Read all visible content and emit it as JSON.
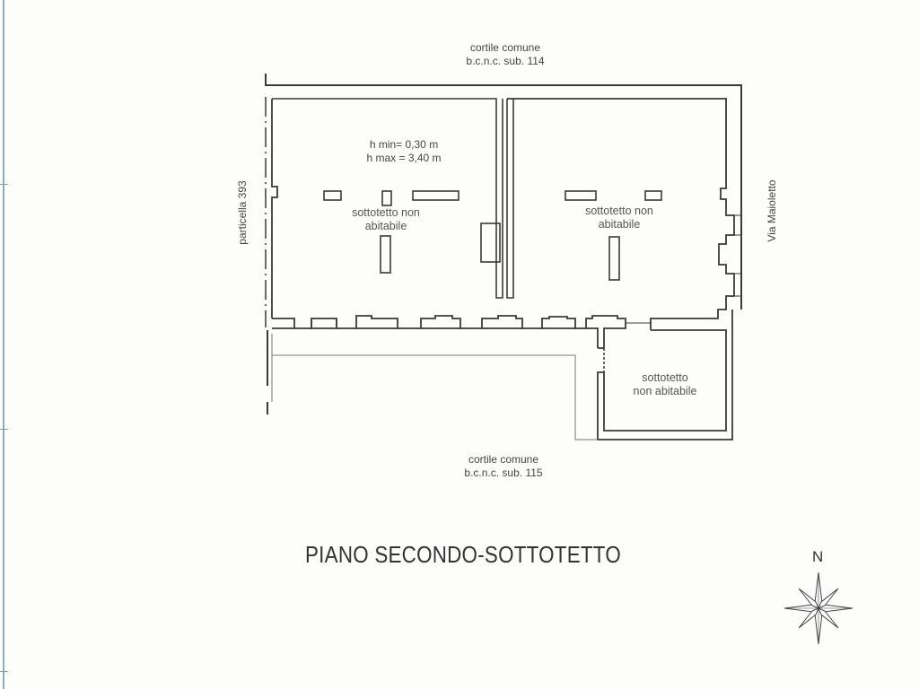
{
  "drawing": {
    "title": "PIANO SECONDO-SOTTOTETTO",
    "north_label": "N",
    "line_color": "#3a3a3a",
    "text_color": "#444444"
  },
  "labels": {
    "courtyard_top": {
      "line1": "cortile comune",
      "line2": "b.c.n.c. sub. 114"
    },
    "courtyard_bottom": {
      "line1": "cortile comune",
      "line2": "b.c.n.c. sub. 115"
    },
    "left_boundary": "particella 393",
    "right_street": "Via Maioletto",
    "heights": {
      "min": "h min= 0,30 m",
      "max": "h max = 3,40 m"
    }
  },
  "rooms": [
    {
      "id": "west",
      "line1": "sottotetto non",
      "line2": "abitabile"
    },
    {
      "id": "east",
      "line1": "sottotetto non",
      "line2": "abitabile"
    },
    {
      "id": "south-east",
      "line1": "sottotetto",
      "line2": "non abitabile"
    }
  ],
  "compass": {
    "icon": "compass-rose-icon",
    "points": 8
  }
}
